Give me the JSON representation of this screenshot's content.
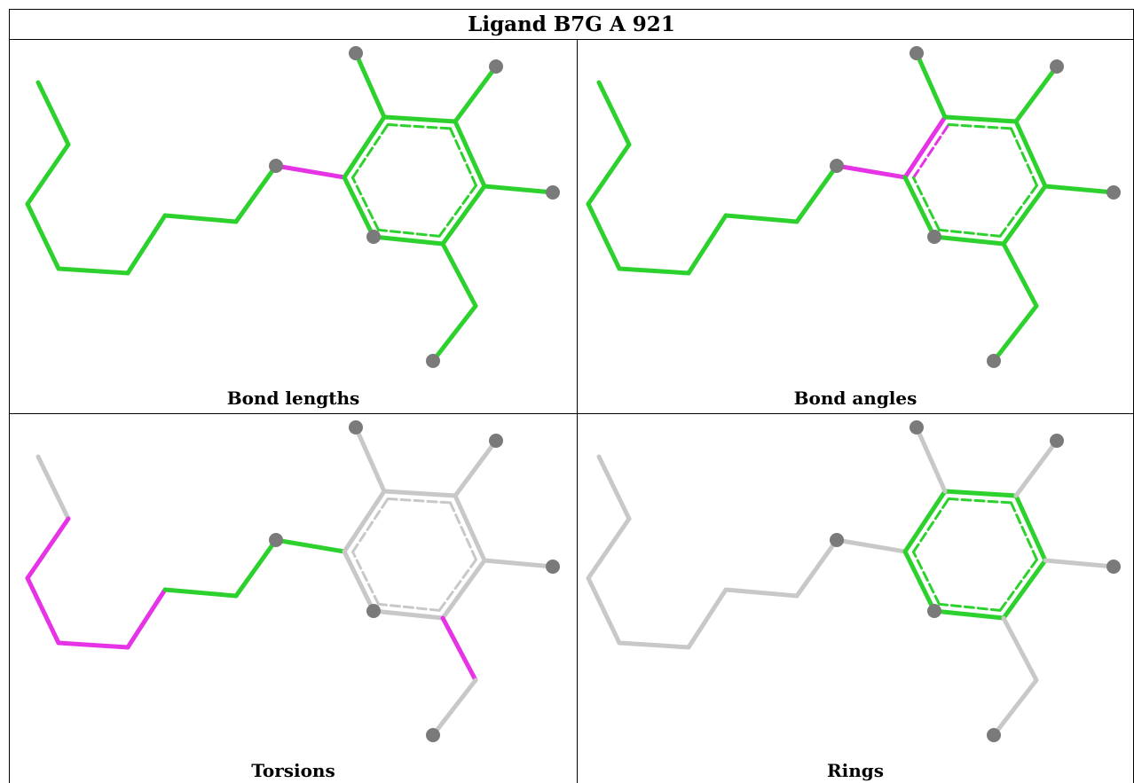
{
  "title": "Ligand B7G A 921",
  "panels": [
    {
      "id": "bond-lengths",
      "caption": "Bond lengths"
    },
    {
      "id": "bond-angles",
      "caption": "Bond angles"
    },
    {
      "id": "torsions",
      "caption": "Torsions"
    },
    {
      "id": "rings",
      "caption": "Rings"
    }
  ],
  "colors": {
    "green": "#2dd12d",
    "magenta": "#e533e5",
    "grey_bond": "#c8c8c8",
    "atom": "#7a7a7a"
  }
}
